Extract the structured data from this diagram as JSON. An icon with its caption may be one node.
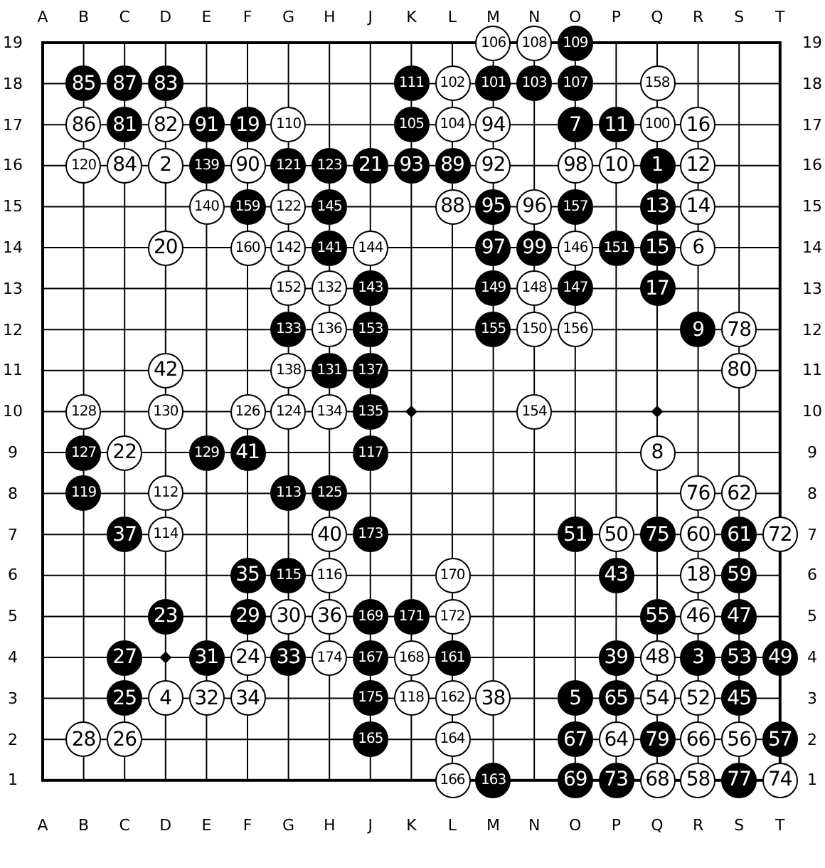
{
  "diagram": {
    "nodes": [
      {
        "text": [
          "106"
        ]
      },
      {
        "text": [
          "108"
        ]
      },
      {
        "text": [
          "109"
        ]
      },
      {
        "text": [
          "85"
        ]
      },
      {
        "text": [
          "87"
        ]
      },
      {
        "text": [
          "83"
        ]
      },
      {
        "text": [
          "111"
        ]
      },
      {
        "text": [
          "102"
        ]
      },
      {
        "text": [
          "101"
        ]
      },
      {
        "text": [
          "103"
        ]
      },
      {
        "text": [
          "107"
        ]
      },
      {
        "text": [
          "158"
        ]
      },
      {
        "text": [
          "86"
        ]
      },
      {
        "text": [
          "81"
        ]
      },
      {
        "text": [
          "82"
        ]
      },
      {
        "text": [
          "91"
        ]
      },
      {
        "text": [
          "19"
        ]
      },
      {
        "text": [
          "110"
        ]
      },
      {
        "text": [
          "105"
        ]
      },
      {
        "text": [
          "104"
        ]
      },
      {
        "text": [
          "94"
        ]
      },
      {
        "text": [
          "7"
        ]
      },
      {
        "text": [
          "11"
        ]
      },
      {
        "text": [
          "100"
        ]
      },
      {
        "text": [
          "16"
        ]
      },
      {
        "text": [
          "120"
        ]
      },
      {
        "text": [
          "84"
        ]
      },
      {
        "text": [
          "2"
        ]
      },
      {
        "text": [
          "139"
        ]
      },
      {
        "text": [
          "90"
        ]
      },
      {
        "text": [
          "121"
        ]
      },
      {
        "text": [
          "123"
        ]
      },
      {
        "text": [
          "21"
        ]
      },
      {
        "text": [
          "93"
        ]
      },
      {
        "text": [
          "89"
        ]
      },
      {
        "text": [
          "92"
        ]
      },
      {
        "text": [
          "98"
        ]
      },
      {
        "text": [
          "10"
        ]
      },
      {
        "text": [
          "1"
        ]
      },
      {
        "text": [
          "12"
        ]
      },
      {
        "text": [
          "140"
        ]
      },
      {
        "text": [
          "159"
        ]
      },
      {
        "text": [
          "122"
        ]
      },
      {
        "text": [
          "145"
        ]
      },
      {
        "text": [
          "88"
        ]
      },
      {
        "text": [
          "95"
        ]
      },
      {
        "text": [
          "96"
        ]
      },
      {
        "text": [
          "157"
        ]
      },
      {
        "text": [
          "13"
        ]
      },
      {
        "text": [
          "14"
        ]
      },
      {
        "text": [
          "20"
        ]
      },
      {
        "text": [
          "160"
        ]
      },
      {
        "text": [
          "142"
        ]
      },
      {
        "text": [
          "141"
        ]
      },
      {
        "text": [
          "144"
        ]
      },
      {
        "text": [
          "97"
        ]
      },
      {
        "text": [
          "99"
        ]
      },
      {
        "text": [
          "146"
        ]
      },
      {
        "text": [
          "151"
        ]
      },
      {
        "text": [
          "15"
        ]
      },
      {
        "text": [
          "6"
        ]
      },
      {
        "text": [
          "152"
        ]
      },
      {
        "text": [
          "132"
        ]
      },
      {
        "text": [
          "143"
        ]
      },
      {
        "text": [
          "149"
        ]
      },
      {
        "text": [
          "148"
        ]
      },
      {
        "text": [
          "147"
        ]
      },
      {
        "text": [
          "17"
        ]
      },
      {
        "text": [
          "133"
        ]
      },
      {
        "text": [
          "136"
        ]
      },
      {
        "text": [
          "153"
        ]
      },
      {
        "text": [
          "155"
        ]
      },
      {
        "text": [
          "150"
        ]
      },
      {
        "text": [
          "156"
        ]
      },
      {
        "text": [
          "9"
        ]
      },
      {
        "text": [
          "78"
        ]
      },
      {
        "text": [
          "42"
        ]
      },
      {
        "text": [
          "138"
        ]
      },
      {
        "text": [
          "131"
        ]
      },
      {
        "text": [
          "137"
        ]
      },
      {
        "text": [
          "80"
        ]
      },
      {
        "text": [
          "128"
        ]
      },
      {
        "text": [
          "130"
        ]
      },
      {
        "text": [
          "126"
        ]
      },
      {
        "text": [
          "124"
        ]
      },
      {
        "text": [
          "134"
        ]
      },
      {
        "text": [
          "135"
        ]
      },
      {
        "text": [
          "154"
        ]
      },
      {
        "text": [
          "127"
        ]
      },
      {
        "text": [
          "22"
        ]
      },
      {
        "text": [
          "129"
        ]
      },
      {
        "text": [
          "41"
        ]
      },
      {
        "text": [
          "117"
        ]
      },
      {
        "text": [
          "8"
        ]
      },
      {
        "text": [
          "119"
        ]
      },
      {
        "text": [
          "112"
        ]
      },
      {
        "text": [
          "113"
        ]
      },
      {
        "text": [
          "125"
        ]
      },
      {
        "text": [
          "76"
        ]
      },
      {
        "text": [
          "62"
        ]
      },
      {
        "text": [
          "37"
        ]
      },
      {
        "text": [
          "114"
        ]
      },
      {
        "text": [
          "40"
        ]
      },
      {
        "text": [
          "173"
        ]
      },
      {
        "text": [
          "51"
        ]
      },
      {
        "text": [
          "50"
        ]
      },
      {
        "text": [
          "75"
        ]
      },
      {
        "text": [
          "60"
        ]
      },
      {
        "text": [
          "61"
        ]
      },
      {
        "text": [
          "72"
        ]
      },
      {
        "text": [
          "35"
        ]
      },
      {
        "text": [
          "115"
        ]
      },
      {
        "text": [
          "116"
        ]
      },
      {
        "text": [
          "170"
        ]
      },
      {
        "text": [
          "43"
        ]
      },
      {
        "text": [
          "18"
        ]
      },
      {
        "text": [
          "59"
        ]
      },
      {
        "text": [
          "23"
        ]
      },
      {
        "text": [
          "29"
        ]
      },
      {
        "text": [
          "30"
        ]
      },
      {
        "text": [
          "36"
        ]
      },
      {
        "text": [
          "169"
        ]
      },
      {
        "text": [
          "171"
        ]
      },
      {
        "text": [
          "172"
        ]
      },
      {
        "text": [
          "55"
        ]
      },
      {
        "text": [
          "46"
        ]
      },
      {
        "text": [
          "47"
        ]
      },
      {
        "text": [
          "27"
        ]
      },
      {
        "text": [
          "31"
        ]
      },
      {
        "text": [
          "24"
        ]
      },
      {
        "text": [
          "33"
        ]
      },
      {
        "text": [
          "174"
        ]
      },
      {
        "text": [
          "167"
        ]
      },
      {
        "text": [
          "168"
        ]
      },
      {
        "text": [
          "161"
        ]
      },
      {
        "text": [
          "39"
        ]
      },
      {
        "text": [
          "48"
        ]
      },
      {
        "text": [
          "3"
        ]
      },
      {
        "text": [
          "53"
        ]
      },
      {
        "text": [
          "49"
        ]
      },
      {
        "text": [
          "25"
        ]
      },
      {
        "text": [
          "4"
        ]
      },
      {
        "text": [
          "32"
        ]
      },
      {
        "text": [
          "34"
        ]
      },
      {
        "text": [
          "175"
        ]
      },
      {
        "text": [
          "118"
        ]
      },
      {
        "text": [
          "162"
        ]
      },
      {
        "text": [
          "38"
        ]
      },
      {
        "text": [
          "5"
        ]
      },
      {
        "text": [
          "65"
        ]
      },
      {
        "text": [
          "54"
        ]
      },
      {
        "text": [
          "52"
        ]
      },
      {
        "text": [
          "45"
        ]
      },
      {
        "text": [
          "28"
        ]
      },
      {
        "text": [
          "26"
        ]
      },
      {
        "text": [
          "165"
        ]
      },
      {
        "text": [
          "164"
        ]
      },
      {
        "text": [
          "67"
        ]
      },
      {
        "text": [
          "64"
        ]
      },
      {
        "text": [
          "79"
        ]
      },
      {
        "text": [
          "66"
        ]
      },
      {
        "text": [
          "56"
        ]
      },
      {
        "text": [
          "57"
        ]
      },
      {
        "text": [
          "166"
        ]
      },
      {
        "text": [
          "163"
        ]
      },
      {
        "text": [
          "69"
        ]
      },
      {
        "text": [
          "73"
        ]
      },
      {
        "text": [
          "68"
        ]
      },
      {
        "text": [
          "58"
        ]
      },
      {
        "text": [
          "77"
        ]
      },
      {
        "text": [
          "74"
        ]
      }
    ],
    "labels": [
      "A",
      "B",
      "C",
      "D",
      "E",
      "F",
      "G",
      "H",
      "J",
      "K",
      "L",
      "M",
      "N",
      "O",
      "P",
      "Q",
      "R",
      "S",
      "T",
      "19",
      "19",
      "18",
      "18",
      "17",
      "17",
      "16",
      "16",
      "15",
      "15",
      "14",
      "14",
      "13",
      "13",
      "12",
      "12",
      "11",
      "11",
      "10",
      "10",
      "9",
      "9",
      "8",
      "8",
      "7",
      "7",
      "6",
      "6",
      "5",
      "5",
      "4",
      "4",
      "3",
      "3",
      "2",
      "2",
      "1",
      "1",
      "A",
      "B",
      "C",
      "D",
      "E",
      "F",
      "G",
      "H",
      "J",
      "K",
      "L",
      "M",
      "N",
      "O",
      "P",
      "Q",
      "R",
      "S",
      "T"
    ]
  }
}
